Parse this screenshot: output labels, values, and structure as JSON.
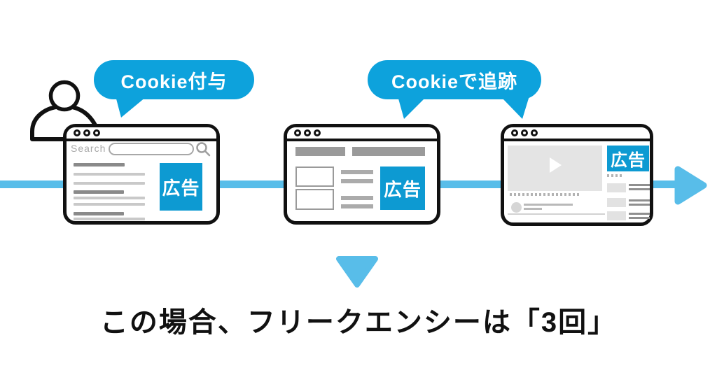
{
  "caption": "この場合、フリークエンシーは「3回」",
  "bubbles": {
    "grant": "Cookie付与",
    "track": "Cookieで追跡"
  },
  "windows": {
    "search": {
      "search_label": "Search",
      "ad_label": "広告"
    },
    "article": {
      "ad_label": "広告"
    },
    "video": {
      "ad_label": "広告"
    }
  },
  "colors": {
    "bubble_blue": "#0da2dc",
    "ad_blue": "#0d9ad2",
    "flow_blue": "#58bde9",
    "ink": "#111111"
  },
  "icons": {
    "person-icon": "user-silhouette",
    "window-dot-icon": "browser-titlebar-dot",
    "search-icon": "magnifier",
    "play-icon": "triangle-right",
    "arrow-right-icon": "flow-arrowhead",
    "down-arrow-icon": "triangle-down"
  }
}
